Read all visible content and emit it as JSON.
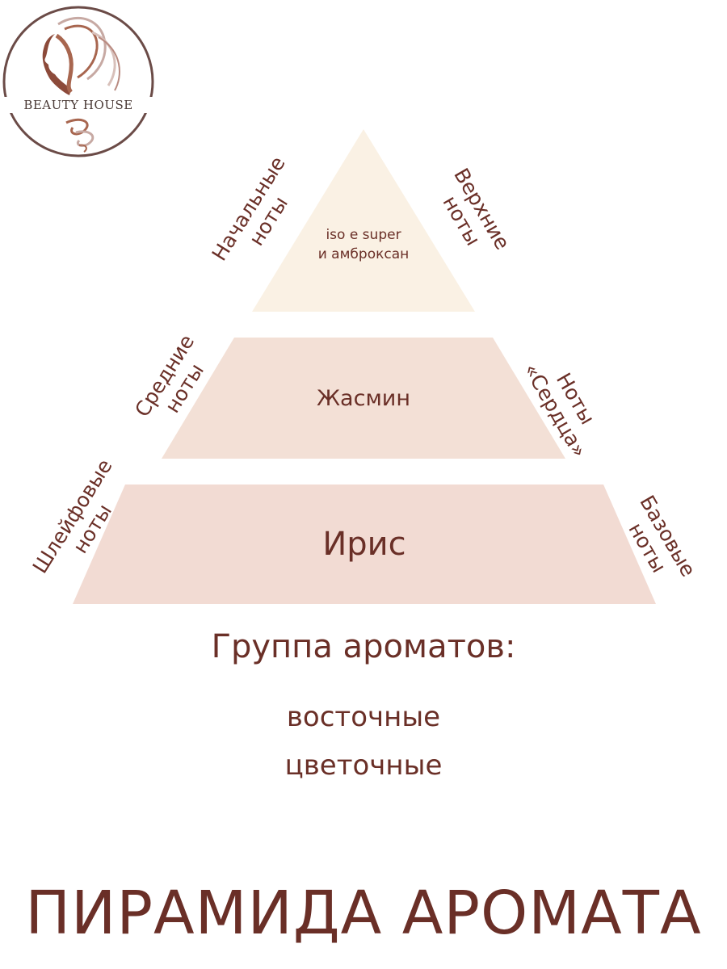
{
  "logo": {
    "text": "BEAUTY HOUSE",
    "ring_color": "#6b4b47",
    "accent_color": "#a8664f"
  },
  "pyramid": {
    "top": {
      "line1": "iso e super",
      "line2": "и амброксан",
      "left_label": [
        "Начальные",
        "ноты"
      ],
      "right_label": [
        "Верхние",
        "ноты"
      ],
      "color": "#faf1e4"
    },
    "middle": {
      "text": "Жасмин",
      "left_label": [
        "Средние",
        "ноты"
      ],
      "right_label": [
        "Ноты",
        "«Сердца»"
      ],
      "color": "#f3e0d6"
    },
    "bottom": {
      "text": "Ирис",
      "left_label": [
        "Шлейфовые",
        "ноты"
      ],
      "right_label": [
        "Базовые",
        "ноты"
      ],
      "color": "#f2dbd3"
    }
  },
  "group": {
    "title": "Группа ароматов:",
    "items": [
      "восточные",
      "цветочные"
    ]
  },
  "main_title": "ПИРАМИДА АРОМАТА",
  "text_color": "#6a2f27"
}
